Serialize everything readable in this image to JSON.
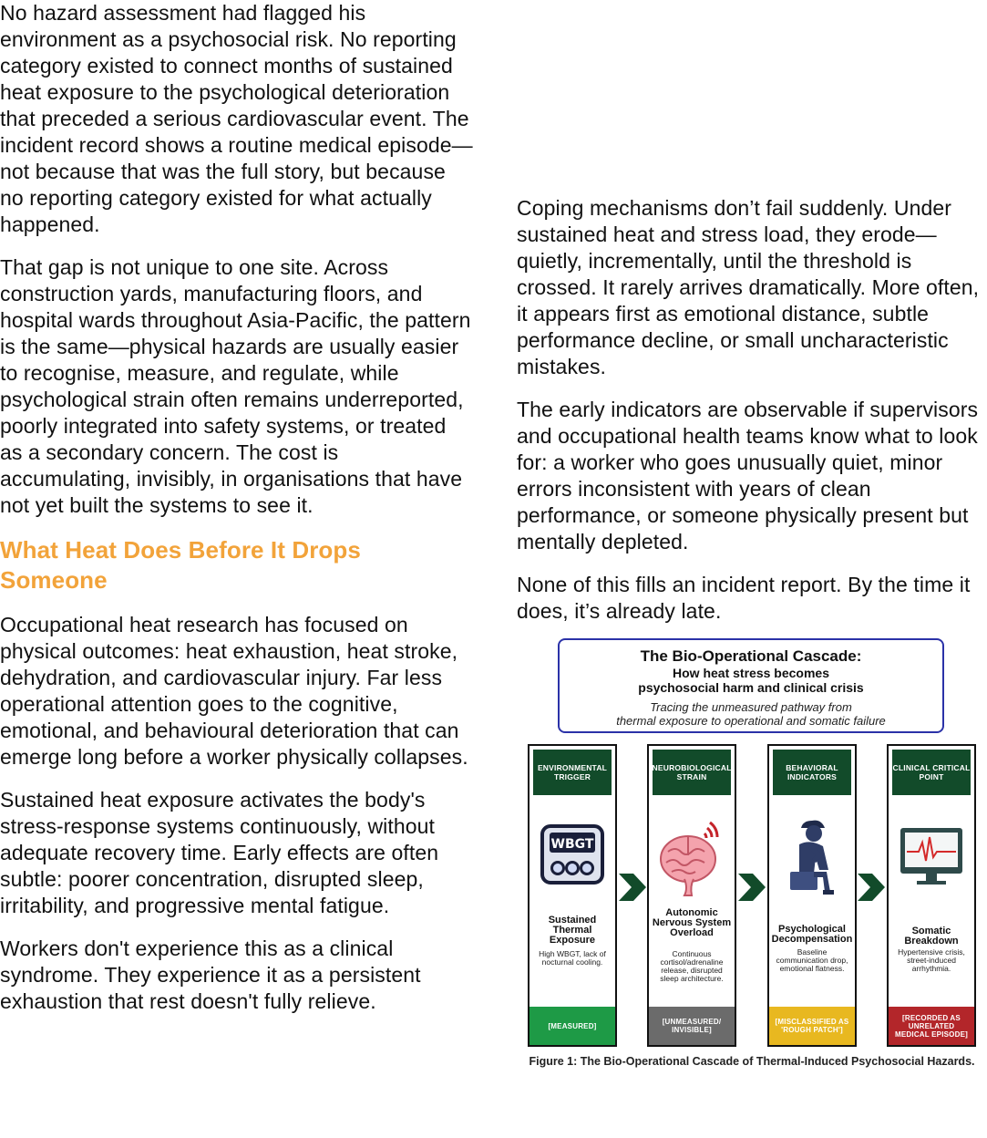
{
  "left_column": {
    "para1": "No hazard assessment had flagged his environment as a psychosocial risk. No reporting category existed to connect months of sustained heat exposure to the psychological deterioration that preceded a serious cardiovascular event. The incident record shows a routine medical episode—not because that was the full story, but because no reporting category existed for what actually happened.",
    "para2": "That gap is not unique to one site. Across construction yards, manufacturing floors, and hospital wards throughout Asia-Pacific, the pattern is the same—physical hazards are usually easier to recognise, measure, and regulate, while psychological strain often remains underreported, poorly integrated into safety systems, or treated as a secondary concern. The cost is accumulating, invisibly, in organisations that have not yet built the systems to see it.",
    "heading": "What Heat Does Before It Drops Someone",
    "para3": "Occupational heat research has focused on physical outcomes: heat exhaustion, heat stroke, dehydration, and cardiovascular injury. Far less operational attention goes to the cognitive, emotional, and behavioural deterioration that can emerge long before a worker physically collapses.",
    "para4": "Sustained heat exposure activates the body's stress-response systems continuously, without adequate recovery time. Early effects are often subtle: poorer concentration, disrupted sleep, irritability, and progressive mental fatigue.",
    "para5": "Workers don't experience this as a clinical syndrome. They experience it as a persistent exhaustion that rest doesn't fully relieve."
  },
  "right_column": {
    "para1": "Coping mechanisms don’t fail suddenly. Under sustained heat and stress load, they erode—quietly, incrementally, until the threshold is crossed. It rarely arrives dramatically. More often, it appears first as emotional distance, subtle performance decline, or small uncharacteristic mistakes.",
    "para2": "The early indicators are observable if supervisors and occupational health teams know what to look for: a worker who goes unusually quiet, minor errors inconsistent with years of clean performance, or someone physically present but mentally depleted.",
    "para3": "None of this fills an incident report. By the time it does, it’s already late."
  },
  "figure": {
    "title": "The Bio-Operational Cascade:",
    "subtitle_line1": "How heat stress becomes",
    "subtitle_line2": "psychosocial harm and clinical crisis",
    "note_line1": "Tracing the unmeasured pathway from",
    "note_line2": "thermal exposure to operational and somatic failure",
    "wbgt_label": "WBGT",
    "caption": "Figure 1: The Bio-Operational Cascade of Thermal-Induced Psychosocial Hazards.",
    "colors": {
      "dark_green": "#124b2a",
      "measured": "#1e9a46",
      "unmeasured": "#6b6b6b",
      "misclassified": "#e8b820",
      "recorded": "#b3262a",
      "frame": "#2b32a8"
    },
    "panels": [
      {
        "head": "ENVIRONMENTAL TRIGGER",
        "icon": "wbgt-meter-icon",
        "title": "Sustained Thermal Exposure",
        "desc": "High WBGT, lack of nocturnal cooling.",
        "foot": "[MEASURED]"
      },
      {
        "head": "NEUROBIOLOGICAL STRAIN",
        "icon": "brain-icon",
        "title": "Autonomic Nervous System Overload",
        "desc": "Continuous cortisol/adrenaline release, disrupted sleep architecture.",
        "foot": "[UNMEASURED/ INVISIBLE]"
      },
      {
        "head": "BEHAVIORAL INDICATORS",
        "icon": "seated-worker-icon",
        "title": "Psychological Decompensation",
        "desc": "Baseline communication drop, emotional flatness.",
        "foot": "[MISCLASSIFIED AS 'ROUGH PATCH']"
      },
      {
        "head": "CLINICAL CRITICAL POINT",
        "icon": "heart-monitor-icon",
        "title": "Somatic Breakdown",
        "desc": "Hypertensive crisis, street-induced arrhythmia.",
        "foot": "[RECORDED AS UNRELATED MEDICAL EPISODE]"
      }
    ]
  }
}
